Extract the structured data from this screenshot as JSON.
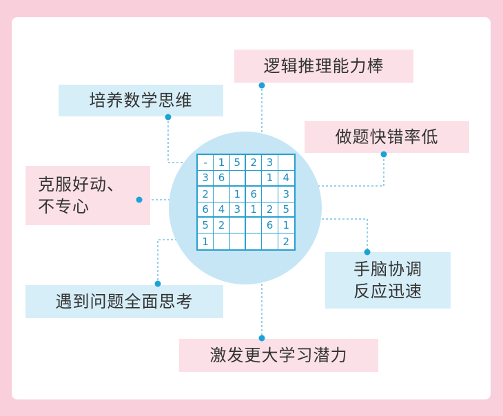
{
  "labels": {
    "logic": "逻辑推理能力棒",
    "math": "培养数学思维",
    "speed": "做题快错率低",
    "focus_line1": "克服好动、",
    "focus_line2": "不专心",
    "coord_line1": "手脑协调",
    "coord_line2": "反应迅速",
    "think": "遇到问题全面思考",
    "potential": "激发更大学习潜力"
  },
  "colors": {
    "background": "#f9cfdc",
    "accent": "#1ba3d8",
    "pink_box": "#fbe0e7",
    "blue_box": "#d6eef8",
    "circle": "#c6e6f6"
  },
  "sudoku": [
    [
      "-",
      "1",
      "5",
      "2",
      "3",
      ""
    ],
    [
      "3",
      "6",
      "",
      "",
      "1",
      "4"
    ],
    [
      "2",
      "",
      "1",
      "6",
      "",
      "3"
    ],
    [
      "6",
      "4",
      "3",
      "1",
      "2",
      "5"
    ],
    [
      "5",
      "2",
      "",
      "",
      "6",
      "1"
    ],
    [
      "1",
      "",
      "",
      "",
      "",
      "2"
    ]
  ]
}
